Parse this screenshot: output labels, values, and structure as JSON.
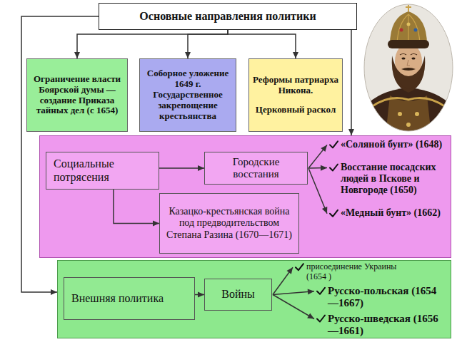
{
  "diagram": {
    "nodes": [
      {
        "text": [
          "Основные направления политики"
        ]
      },
      {
        "text": [
          "Ограничение власти Боярской думы — создание Приказа тайных дел (с 1654)"
        ]
      },
      {
        "text": [
          "Соборное уложение 1649 г. Государственное закрепощение крестьянства"
        ]
      },
      {
        "text": [
          "Реформы патриарха Никона.",
          "Церковный раскол"
        ]
      },
      {
        "text": [
          "«Соляной бунт» (1648)",
          "Восстание посадских людей в Пскове и Новгороде (1650)",
          "«Медный бунт» (1662)"
        ]
      },
      {
        "text": [
          "Социальные потрясения"
        ],
        "in": 4
      },
      {
        "text": [
          "Городские восстания"
        ],
        "in": 4
      },
      {
        "text": [
          "Казацко-крестьянская война под предводительством Степана Разина (1670—1671)"
        ],
        "in": 4
      },
      {
        "text": [
          "присоединение Украины (1654 )",
          "Русско-польская (1654—1667)",
          "Русско-шведская (1656—1661)"
        ]
      },
      {
        "text": [
          "Внешняя политика"
        ],
        "in": 8
      },
      {
        "text": [
          "Войны"
        ],
        "in": 8
      }
    ],
    "edges": [
      {
        "from": 0,
        "to": 1,
        "arrow": "to"
      },
      {
        "from": 0,
        "to": 2,
        "arrow": "to"
      },
      {
        "from": 0,
        "to": 3,
        "arrow": "to"
      },
      {
        "from": 0,
        "to": 4,
        "arrow": "to"
      },
      {
        "from": 0,
        "to": 8,
        "arrow": "to"
      },
      {
        "from": 5,
        "to": 6,
        "arrow": "to"
      },
      {
        "from": 5,
        "to": 7,
        "arrow": "to"
      },
      {
        "from": 9,
        "to": 10,
        "arrow": "to"
      }
    ]
  }
}
